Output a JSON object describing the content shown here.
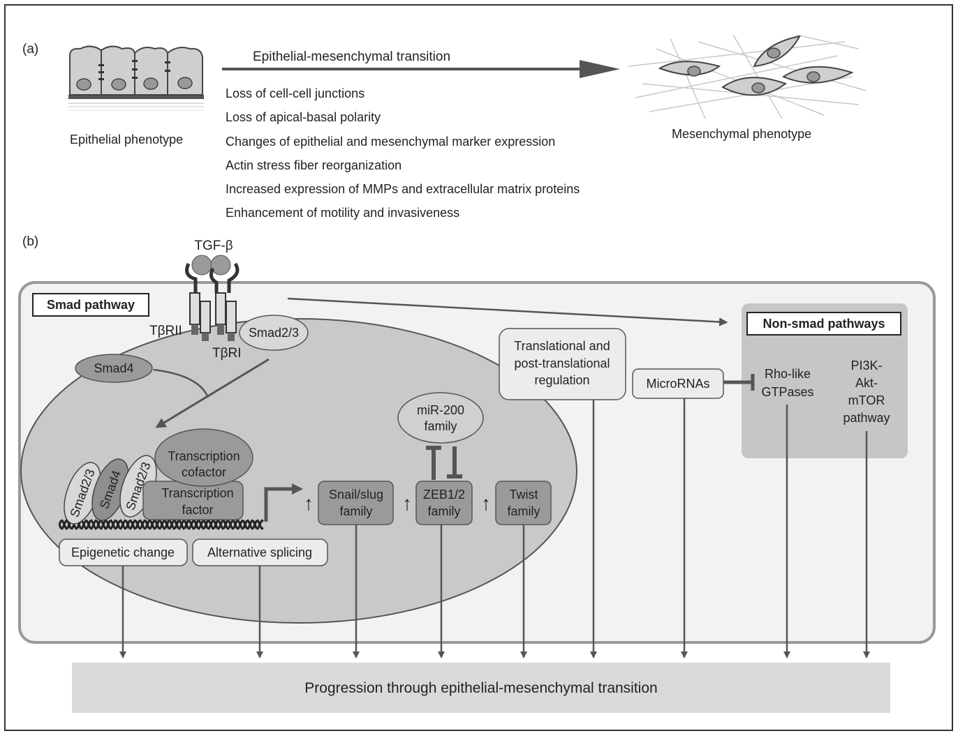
{
  "panel_a": {
    "label": "(a)",
    "title": "Epithelial-mesenchymal transition",
    "epithelial_label": "Epithelial phenotype",
    "mesenchymal_label": "Mesenchymal phenotype",
    "changes": [
      "Loss of cell-cell junctions",
      "Loss of apical-basal polarity",
      "Changes of epithelial and mesenchymal marker expression",
      "Actin stress fiber reorganization",
      "Increased expression of MMPs and extracellular matrix proteins",
      "Enhancement of motility and invasiveness"
    ]
  },
  "panel_b": {
    "label": "(b)",
    "ligand": "TGF-β",
    "receptor_2": "TβRII",
    "receptor_1": "TβRI",
    "smad_pathway": "Smad pathway",
    "smad23": "Smad2/3",
    "smad4": "Smad4",
    "complex": {
      "s1": "Smad2/3",
      "s2": "Smad4",
      "s3": "Smad2/3"
    },
    "cofactor": [
      "Transcription",
      "cofactor"
    ],
    "tfactor": [
      "Transcription",
      "factor"
    ],
    "epigenetic": "Epigenetic change",
    "splicing": "Alternative splicing",
    "snail": [
      "Snail/slug",
      "family"
    ],
    "zeb": [
      "ZEB1/2",
      "family"
    ],
    "twist": [
      "Twist",
      "family"
    ],
    "mir200": [
      "miR-200",
      "family"
    ],
    "translational": [
      "Translational and",
      "post-translational",
      "regulation"
    ],
    "micrornas": "MicroRNAs",
    "non_smad": "Non-smad pathways",
    "rho": [
      "Rho-like",
      "GTPases"
    ],
    "pi3k": [
      "PI3K-",
      "Akt-",
      "mTOR",
      "pathway"
    ],
    "up_arrow": "↑",
    "progression": "Progression through epithelial-mesenchymal transition"
  }
}
